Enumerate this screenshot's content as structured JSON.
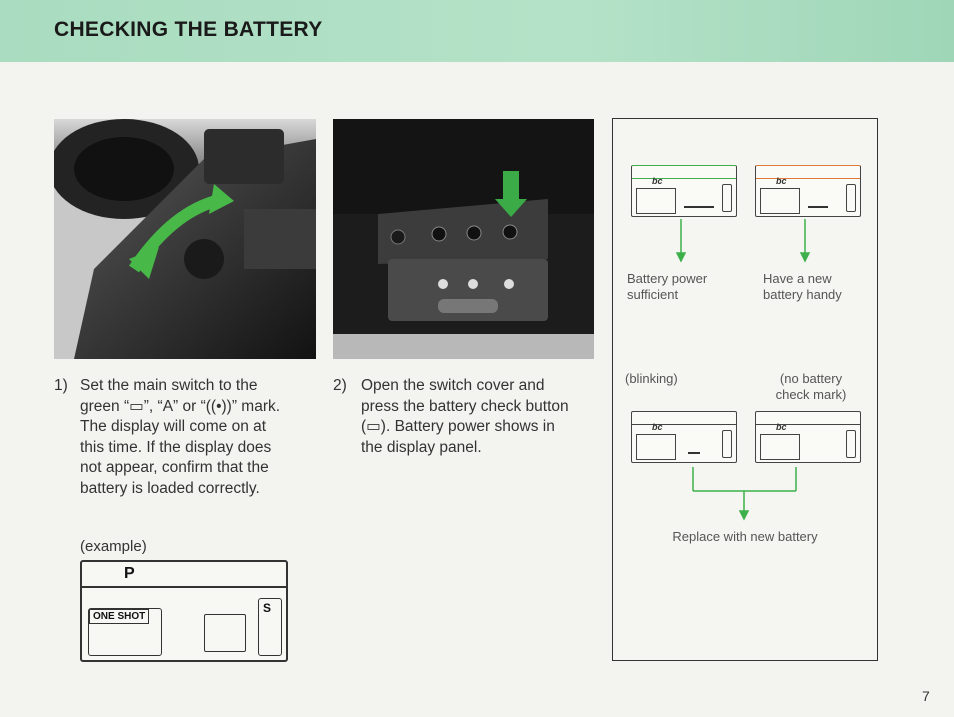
{
  "header": {
    "title": "CHECKING THE BATTERY"
  },
  "step1": {
    "number": "1)",
    "lines": [
      "Set the main switch to the",
      "green “▭”, “A” or “((•))” mark.",
      "The display will come on at",
      "this time. If the display does",
      "not appear, confirm that the",
      "battery is loaded correctly."
    ]
  },
  "step2": {
    "number": "2)",
    "lines": [
      "Open the switch cover and",
      "press the battery check button",
      "(▭). Battery power shows in",
      "the display panel."
    ]
  },
  "example": {
    "label": "(example)",
    "mode": "P",
    "af_label": "ONE SHOT",
    "battery_char": "S"
  },
  "diagram": {
    "bc": "bc",
    "sufficient": [
      "Battery power",
      "sufficient"
    ],
    "new_handy": [
      "Have a new",
      "battery handy"
    ],
    "blinking": "(blinking)",
    "no_mark": [
      "(no battery",
      "check mark)"
    ],
    "replace": "Replace with new battery",
    "colors": {
      "green": "#3db04b",
      "orange": "#e07a3a"
    }
  },
  "page_number": "7"
}
